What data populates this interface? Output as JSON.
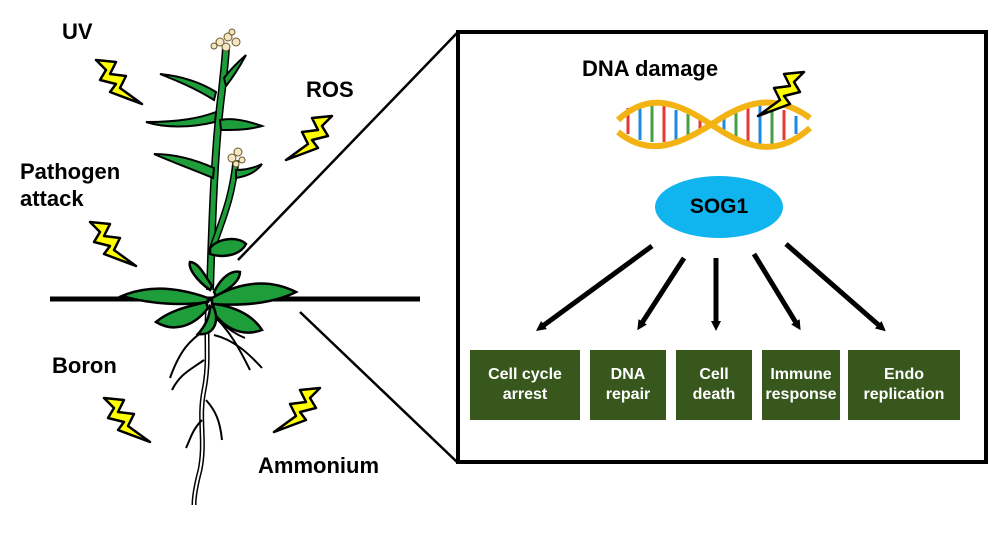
{
  "stressors": {
    "uv": "UV",
    "ros": "ROS",
    "pathogen": [
      "Pathogen",
      "attack"
    ],
    "boron": "Boron",
    "ammonium": "Ammonium"
  },
  "panel": {
    "dna_damage": "DNA damage",
    "hub": "SOG1",
    "outcomes": [
      [
        "Cell cycle",
        "arrest"
      ],
      [
        "DNA",
        "repair"
      ],
      [
        "Cell",
        "death"
      ],
      [
        "Immune",
        "response"
      ],
      [
        "Endo",
        "replication"
      ]
    ]
  },
  "colors": {
    "lightning_fill": "#ffff00",
    "hub_fill": "#10b4ef",
    "outcome_fill": "#38571d",
    "leaf_fill": "#1e9e3a",
    "stem": "#1e9e3a"
  },
  "icons": [
    "lightning-bolt-icon",
    "dna-helix-icon",
    "plant-icon"
  ]
}
